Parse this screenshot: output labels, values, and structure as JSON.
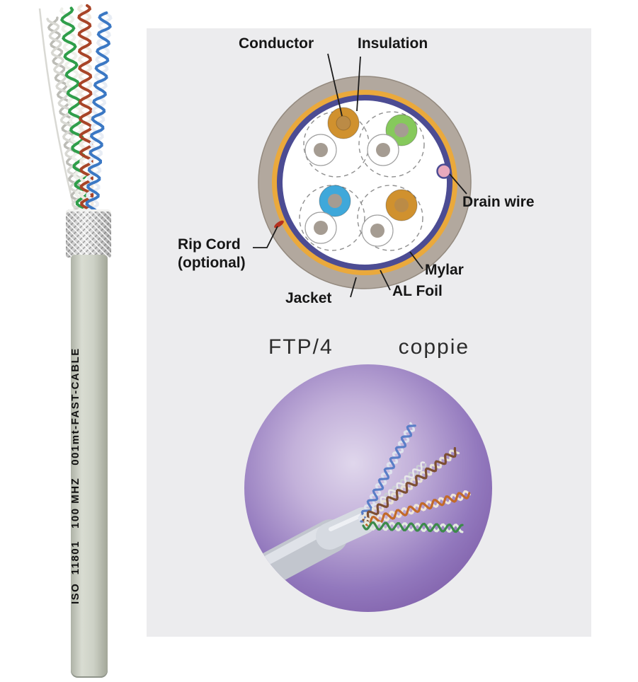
{
  "page": {
    "bg": "#ffffff"
  },
  "left_cable": {
    "print_text": "ISO  11801   100 MHZ   001mt-FAST-CABLE",
    "jacket_color": "#cdd1c6",
    "braid_color": "#d6d6d6",
    "drain_color": "#d9d9d4",
    "pairs": {
      "green": {
        "color": "#2f9e4a",
        "mate": "#eef0ea"
      },
      "brown": {
        "color": "#a84427",
        "mate": "#f0e9e1"
      },
      "blue": {
        "color": "#3b78c4",
        "mate": "#e7ecf4"
      },
      "grey": {
        "color": "#d8d8d3",
        "mate": "#bcbcb6"
      }
    }
  },
  "panel": {
    "bg": "#ececee"
  },
  "cross_section": {
    "labels": {
      "conductor": "Conductor",
      "insulation": "Insulation",
      "drain_wire": "Drain wire",
      "rip_cord": "Rip Cord",
      "rip_cord_note": "(optional)",
      "jacket": "Jacket",
      "mylar": "Mylar",
      "al_foil": "AL Foil"
    },
    "ring_colors": {
      "jacket": "#b2a89e",
      "al_foil": "#eaa93c",
      "mylar": "#4c4c93",
      "interior": "#ffffff"
    },
    "pair_colors": {
      "orange_ring": "#d0912e",
      "orange_core": "#bb8b46",
      "green_ring": "#86c95c",
      "blue_ring": "#3fa8da",
      "white_ring": "#ffffff",
      "core_grey": "#a59c92",
      "drain": "#e8a9bd",
      "rip_cord": "#b53120"
    }
  },
  "caption": {
    "type": "FTP/4",
    "pairs_word": "coppie"
  },
  "photo_circle": {
    "bg_inner": "#e0d7ec",
    "bg_outer": "#7a58a4",
    "jacket_color": "#c2c6ce",
    "foil_color": "#d6dae1",
    "pairs": {
      "blue": {
        "color": "#5a7ec7",
        "mate": "#dfe4ee"
      },
      "brown": {
        "color": "#7d4f33",
        "mate": "#e8e2d8"
      },
      "orange": {
        "color": "#c26a2a",
        "mate": "#efe6da"
      },
      "green": {
        "color": "#3c8a4a",
        "mate": "#e2ece0"
      },
      "white": {
        "color": "#e8e8ea",
        "mate": "#c9ccd4"
      }
    }
  }
}
